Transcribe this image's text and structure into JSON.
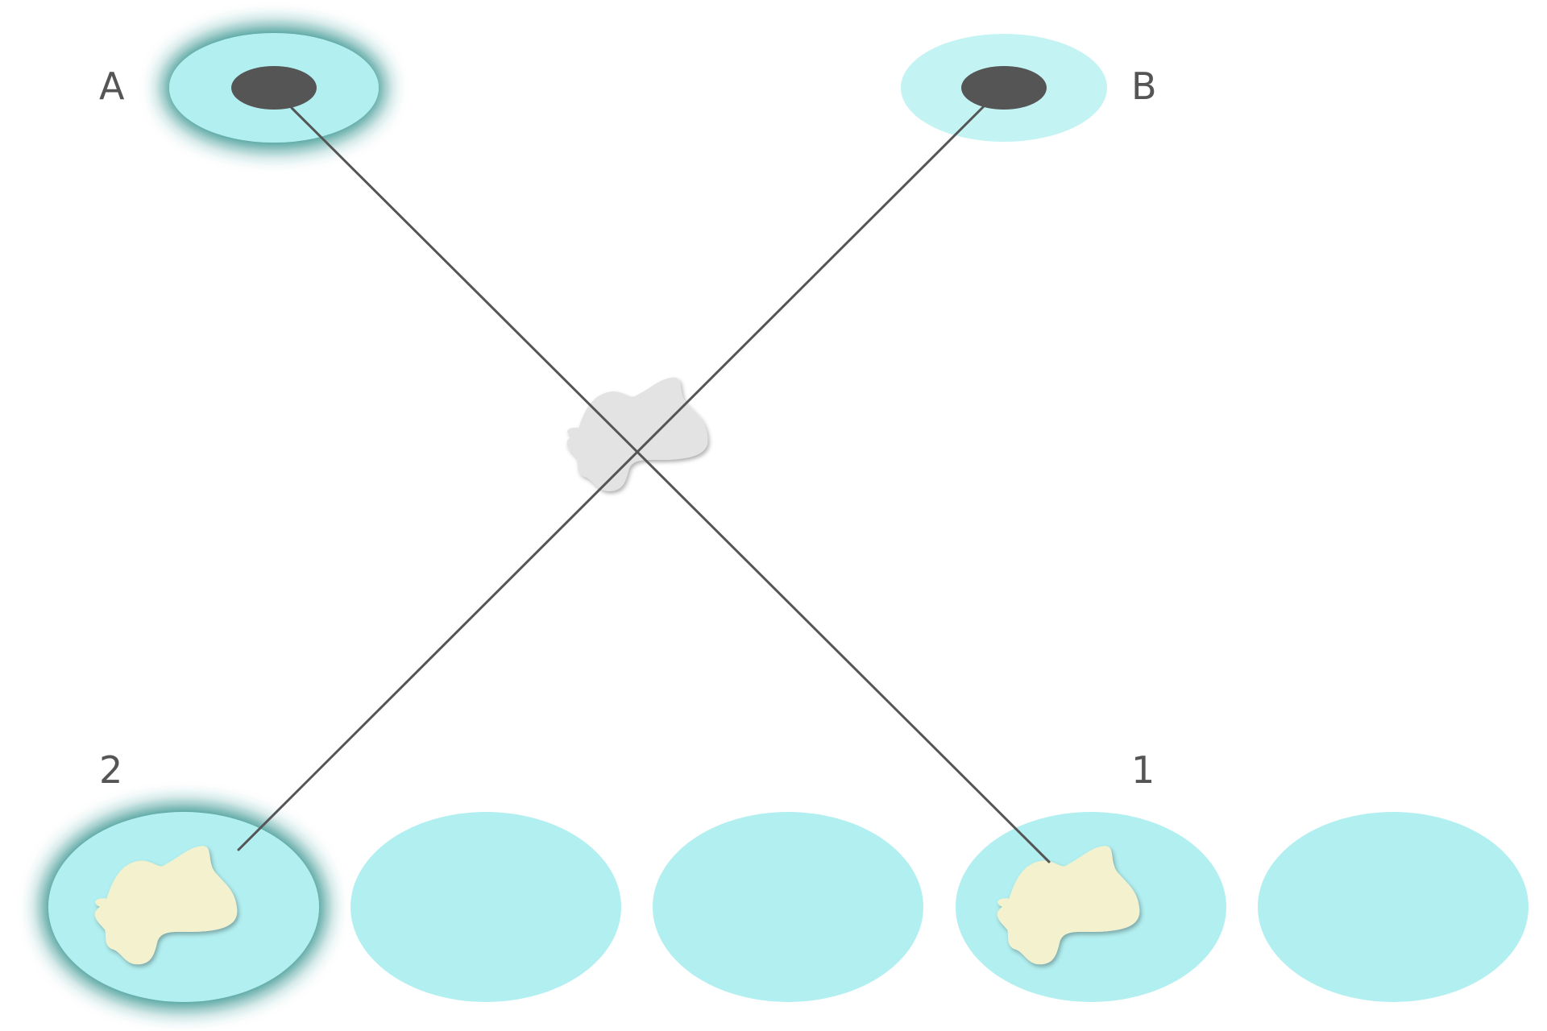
{
  "labels": {
    "top_left": "A",
    "top_right": "B",
    "bottom_left": "2",
    "bottom_right": "1"
  },
  "colors": {
    "cell_fill": "#b2eff0",
    "cell_light_fill": "#c4f3f4",
    "highlight_glow": "#2e8f8a",
    "nucleus": "#555555",
    "line": "#555555",
    "blob_yellow": "#f4f2ce",
    "blob_gray": "#e3e3e3"
  }
}
